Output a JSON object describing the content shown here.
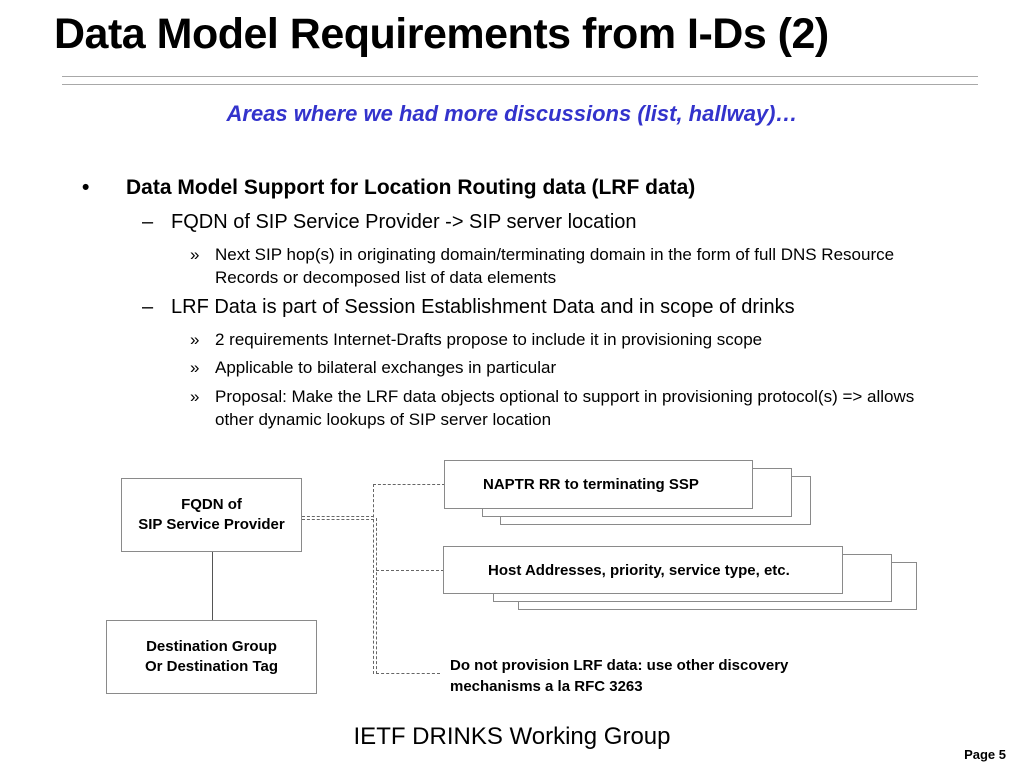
{
  "slide": {
    "title": "Data Model Requirements from I-Ds (2)",
    "subtitle": "Areas where we had more discussions (list, hallway)…",
    "bullets": [
      {
        "marker": "•",
        "text": "Data Model Support for Location Routing data (LRF data)"
      },
      {
        "marker": "–",
        "text": "FQDN of SIP Service Provider -> SIP server location"
      },
      {
        "marker": "»",
        "text": "Next SIP hop(s) in originating domain/terminating domain in the form of full DNS Resource Records or decomposed list of data elements"
      },
      {
        "marker": "–",
        "text": "LRF Data is part of Session Establishment Data and in scope of drinks"
      },
      {
        "marker": "»",
        "text": "2 requirements Internet-Drafts propose to include it in provisioning scope"
      },
      {
        "marker": "»",
        "text": "Applicable to bilateral exchanges in particular"
      },
      {
        "marker": "»",
        "text": "Proposal: Make the LRF data objects optional to support in provisioning protocol(s) => allows other dynamic lookups of SIP server location"
      }
    ],
    "diagram": {
      "fqdn_line1": "FQDN of",
      "fqdn_line2": "SIP Service Provider",
      "dest_line1": "Destination Group",
      "dest_line2": "Or Destination Tag",
      "naptr": "NAPTR RR to terminating SSP",
      "host": "Host Addresses, priority, service type, etc.",
      "note": "Do not provision LRF data: use other discovery mechanisms a la RFC 3263"
    },
    "footer": "IETF DRINKS Working Group",
    "page": "Page 5",
    "colors": {
      "subtitle": "#3333cc",
      "rule": "#a8a8a8",
      "box_border": "#8a8a8a"
    }
  }
}
